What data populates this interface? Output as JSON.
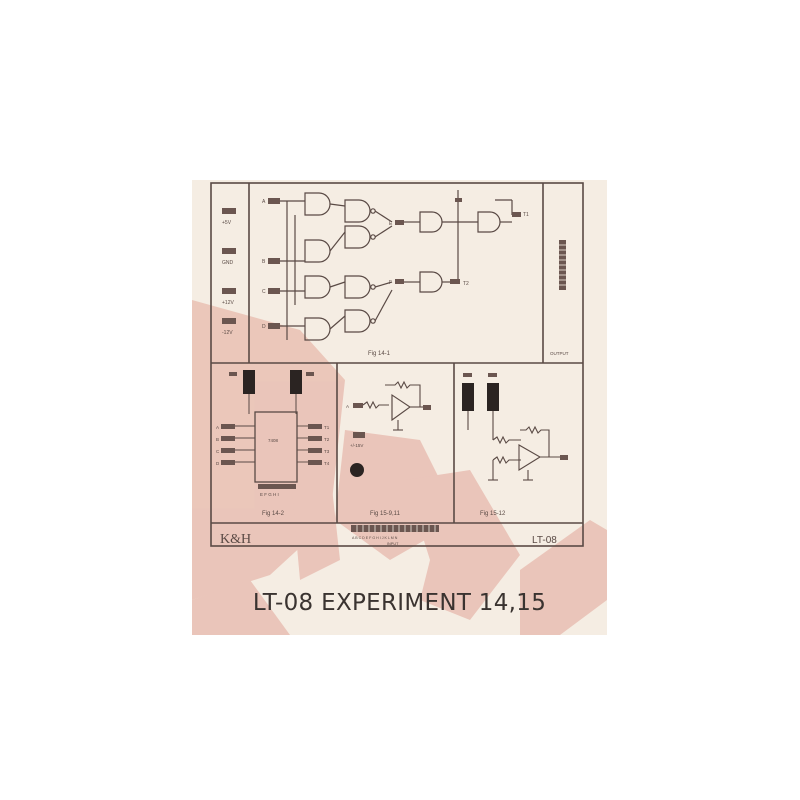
{
  "board": {
    "fig_labels": {
      "fig_14_1": "Fig 14-1",
      "fig_14_2": "Fig 14-2",
      "fig_15_9_11": "Fig 15-9,11",
      "fig_15_12": "Fig 15-12"
    },
    "supply_labels": [
      "+5V",
      "GND",
      "+12V",
      "-12V"
    ],
    "input_labels": [
      "A",
      "B",
      "C",
      "D"
    ],
    "output_labels": {
      "e": "E",
      "f": "F",
      "t1": "T1",
      "t2": "T2"
    },
    "output_header_label": "OUTPUT",
    "input_header_label": "INPUT",
    "input_header_pins": "A B C D E F G H I J K L M N",
    "ic_label": "7408",
    "ic_side_labels_left": [
      "A",
      "B",
      "C",
      "D"
    ],
    "ic_side_labels_right": [
      "T1",
      "T2",
      "T3",
      "T4"
    ],
    "ic_bottom_pins": "E F G H I",
    "opamp_input_label": "A",
    "opamp_supply_label": "+/-15V",
    "brand_left": "K&H",
    "model_right": "LT-08",
    "colors": {
      "background": "#f5ede3",
      "line": "#5a4a45",
      "watermark": "#e9bfb3",
      "switch": "#2b2422",
      "caption": "#3a3330"
    }
  },
  "caption": "LT-08 EXPERIMENT 14,15"
}
